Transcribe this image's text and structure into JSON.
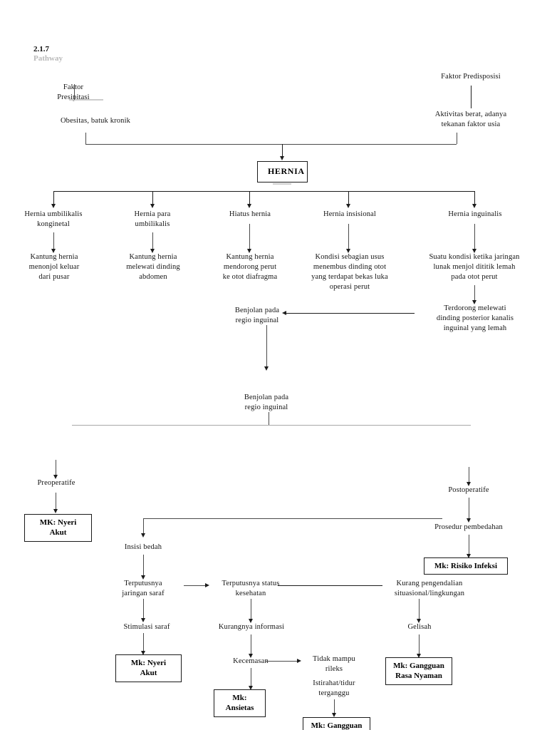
{
  "document": {
    "section_number": "2.1.7",
    "section_title": "Pathway"
  },
  "nodes": {
    "faktor_presipitasi": "Faktor\nPresipitasi",
    "obesitas": "Obesitas, batuk kronik",
    "faktor_predisposisi": "Faktor Predisposisi",
    "aktivitas_berat": "Aktivitas berat, adanya\ntekanan faktor usia",
    "hernia": "HERNIA",
    "hernia_umbilikalis": "Hernia umbilikalis\nkonginetal",
    "hernia_para_umbilikalis": "Hernia para\numbilikalis",
    "hiatus_hernia": "Hiatus hernia",
    "hernia_insisional": "Hernia insisional",
    "hernia_inguinalis": "Hernia inguinalis",
    "kantung_pusar": "Kantung hernia\nmenonjol keluar\ndari pusar",
    "kantung_abdomen": "Kantung hernia\nmelewati dinding\nabdomen",
    "kantung_diafragma": "Kantung hernia\nmendorong perut\nke otot diafragma",
    "kondisi_usus": "Kondisi sebagian usus\nmenembus dinding otot\nyang terdapat bekas luka\noperasi perut",
    "suatu_kondisi": "Suatu kondisi ketika jaringan\nlunak menjol dititik lemah\npada otot perut",
    "terdorong_melewati": "Terdorong melewati\ndinding posterior kanalis\ninguinal yang lemah",
    "benjolan_1": "Benjolan pada\nregio inguinal",
    "benjolan_2": "Benjolan pada\nregio inguinal",
    "preoperatife": "Preoperatife",
    "postoperatife": "Postoperatife",
    "prosedur_pembedahan": "Prosedur pembedahan",
    "insisi_bedah": "Insisi bedah",
    "terputusnya_jaringan": "Terputusnya\njaringan saraf",
    "terputusnya_status": "Terputusnya status\nkesehatan",
    "kurang_pengendalian": "Kurang pengendalian\nsituasional/lingkungan",
    "stimulasi_saraf": "Stimulasi saraf",
    "kurangnya_informasi": "Kurangnya informasi",
    "gelisah": "Gelisah",
    "kecemasan": "Kecemasan",
    "tidak_mampu_rileks": "Tidak mampu\nrileks",
    "istirahat_terganggu": "Istirahat/tidur\nterganggu"
  },
  "diagnoses": {
    "mk_nyeri_akut_pre": "MK: Nyeri Akut",
    "mk_risiko_infeksi": "Mk: Risiko Infeksi",
    "mk_nyeri_akut_post": "Mk: Nyeri Akut",
    "mk_ansietas": "Mk: Ansietas",
    "mk_gangguan_rasa_nyaman": "Mk: Gangguan\nRasa Nyaman",
    "mk_gangguan_pola_tidur": "Mk: Gangguan"
  },
  "colors": {
    "line": "#4a4a4a",
    "line_dark": "#1c1c1c",
    "text": "#141414",
    "background": "#ffffff"
  }
}
